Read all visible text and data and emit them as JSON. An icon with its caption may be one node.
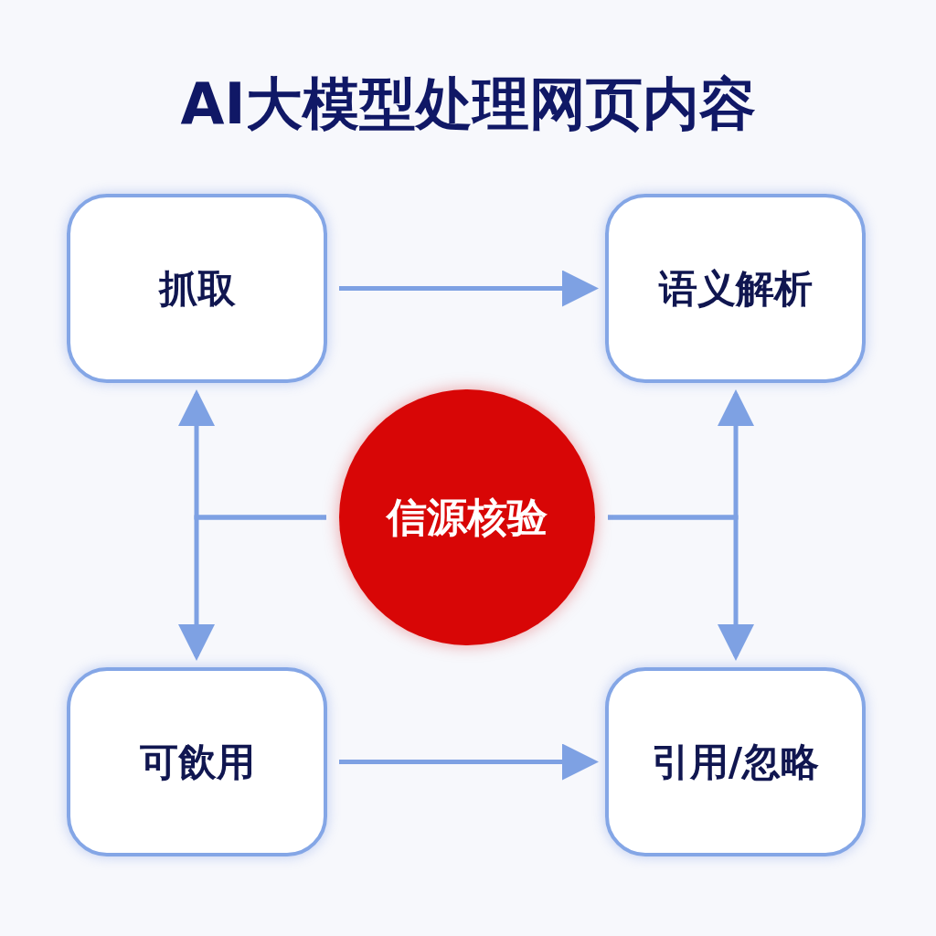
{
  "diagram": {
    "title": "AI大模型处理网页内容",
    "nodes": [
      {
        "text": [
          "抓取"
        ]
      },
      {
        "text": [
          "语义解析"
        ]
      },
      {
        "text": [
          "可飲用"
        ]
      },
      {
        "text": [
          "引用/忽略"
        ]
      },
      {
        "text": [
          "信源核验"
        ]
      }
    ],
    "edges": [
      {
        "from": 0,
        "to": 1,
        "arrow": "to"
      },
      {
        "from": 2,
        "to": 3,
        "arrow": "to"
      },
      {
        "from": 4,
        "to": 0,
        "arrow": "to"
      },
      {
        "from": 4,
        "to": 2,
        "arrow": "to"
      },
      {
        "from": 4,
        "to": 1,
        "arrow": "to"
      },
      {
        "from": 4,
        "to": 3,
        "arrow": "to"
      }
    ]
  }
}
